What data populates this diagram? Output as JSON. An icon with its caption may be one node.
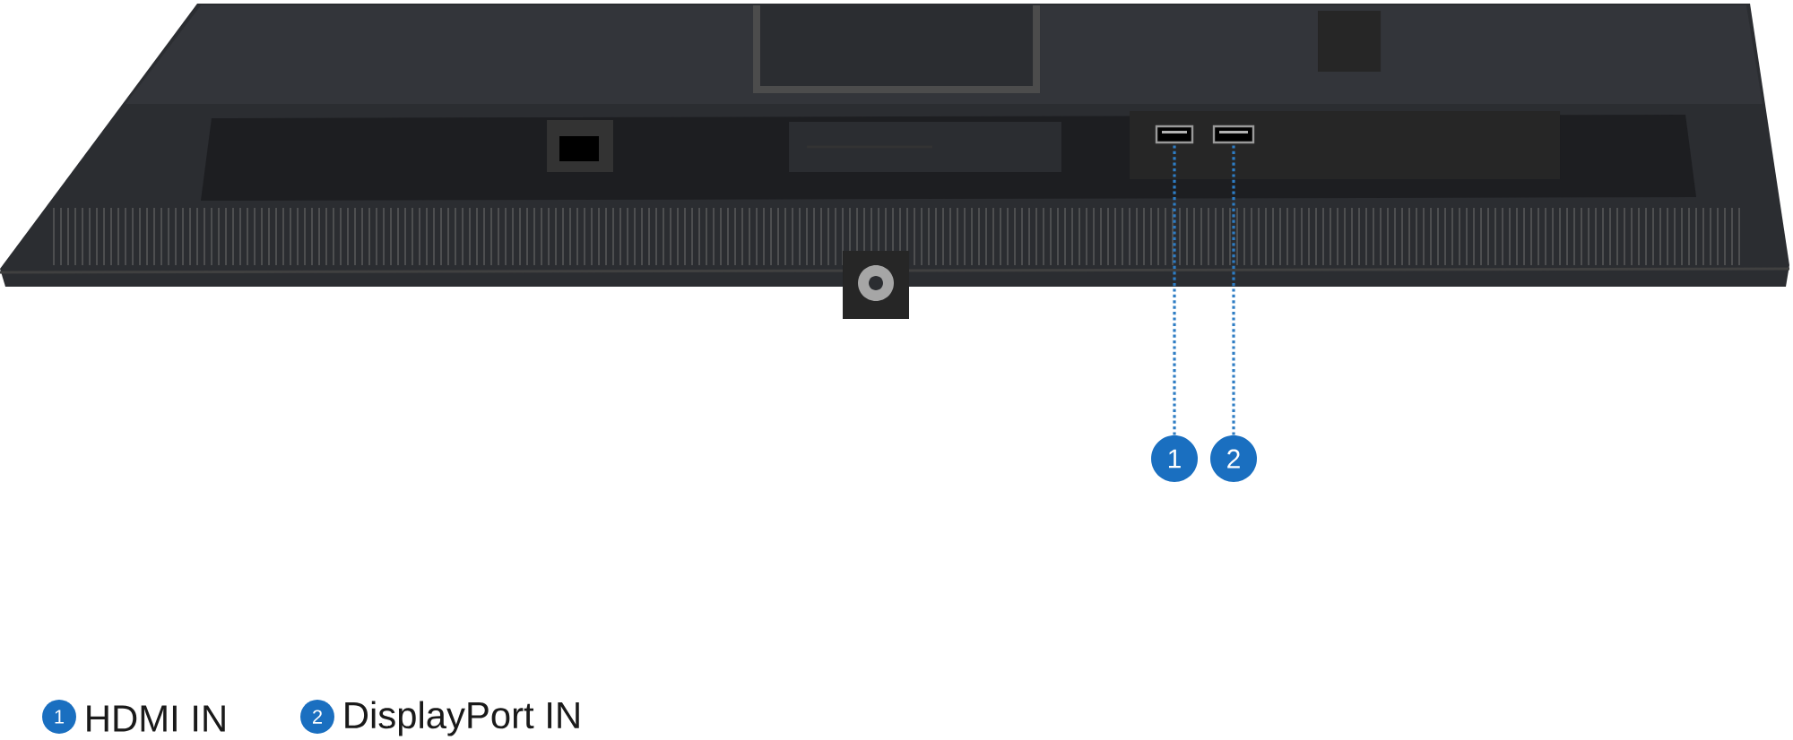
{
  "diagram": {
    "nodes": [
      {
        "text": [],
        "shape": "picture"
      },
      {
        "text": [],
        "shape": "picture"
      },
      {
        "text": [
          "1"
        ]
      },
      {
        "text": [
          "2"
        ]
      },
      {
        "text": [
          "1"
        ],
        "beside": [
          "HDMI IN"
        ]
      },
      {
        "text": [
          "2"
        ],
        "beside": [
          "DisplayPort IN"
        ]
      }
    ],
    "edges": [
      {
        "from": 2,
        "to": 0,
        "arrow": "none",
        "style": "dashed"
      },
      {
        "from": 3,
        "to": 1,
        "arrow": "none",
        "style": "dashed"
      }
    ]
  }
}
